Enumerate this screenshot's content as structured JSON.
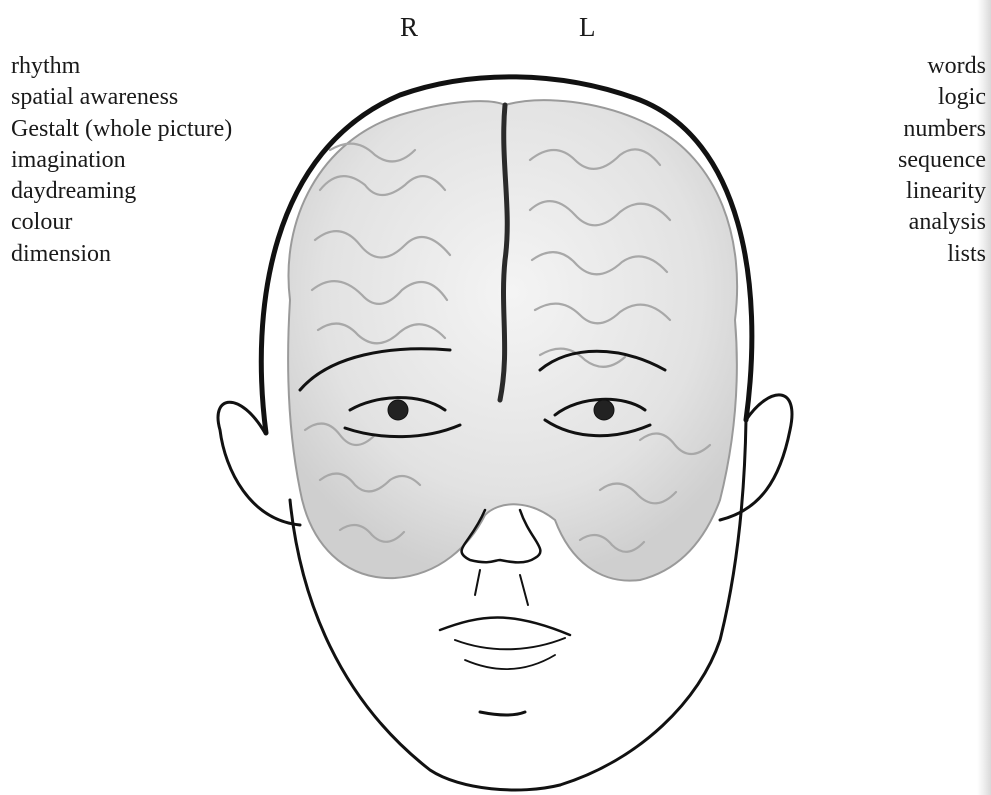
{
  "hemisphere_labels": {
    "right": "R",
    "left": "L"
  },
  "right_brain_functions": [
    "rhythm",
    "spatial awareness",
    "Gestalt (whole picture)",
    "imagination",
    "daydreaming",
    "colour",
    "dimension"
  ],
  "left_brain_functions": [
    "words",
    "logic",
    "numbers",
    "sequence",
    "linearity",
    "analysis",
    "lists"
  ]
}
